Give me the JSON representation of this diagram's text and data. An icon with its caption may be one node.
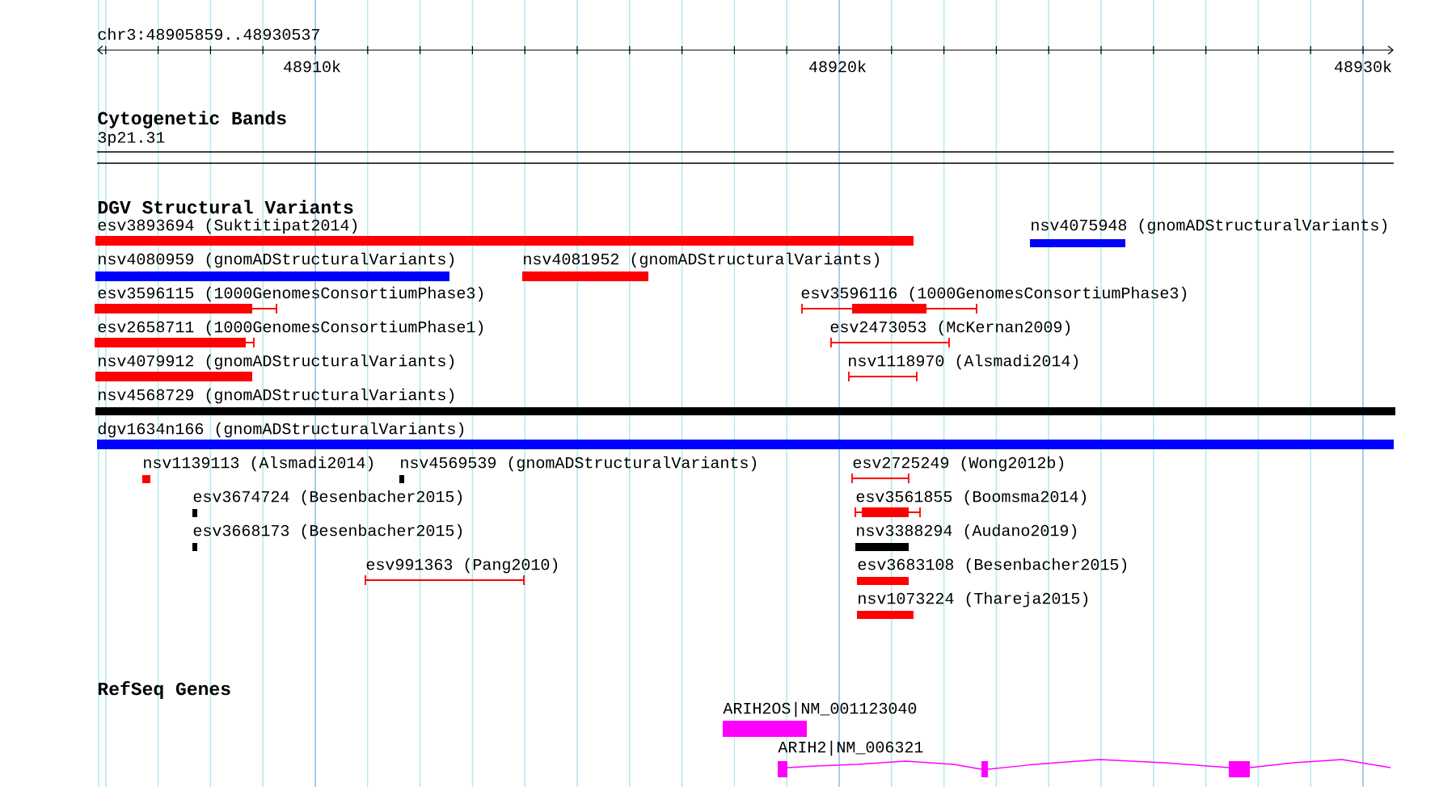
{
  "diagram": {
    "labels": [
      "chr3:48905859..48930537",
      "48910k",
      "48920k",
      "48930k",
      "Cytogenetic Bands",
      "3p21.31",
      "DGV Structural Variants",
      "esv3893694 (Suktitipat2014)",
      "nsv4075948 (gnomADStructuralVariants)",
      "nsv4080959 (gnomADStructuralVariants)",
      "nsv4081952 (gnomADStructuralVariants)",
      "esv3596115 (1000GenomesConsortiumPhase3)",
      "esv3596116 (1000GenomesConsortiumPhase3)",
      "esv2658711 (1000GenomesConsortiumPhase1)",
      "esv2473053 (McKernan2009)",
      "nsv4079912 (gnomADStructuralVariants)",
      "nsv1118970 (Alsmadi2014)",
      "nsv4568729 (gnomADStructuralVariants)",
      "dgv1634n166 (gnomADStructuralVariants)",
      "nsv1139113 (Alsmadi2014)",
      "nsv4569539 (gnomADStructuralVariants)",
      "esv2725249 (Wong2012b)",
      "esv3674724 (Besenbacher2015)",
      "esv3561855 (Boomsma2014)",
      "esv3668173 (Besenbacher2015)",
      "nsv3388294 (Audano2019)",
      "esv991363 (Pang2010)",
      "esv3683108 (Besenbacher2015)",
      "nsv1073224 (Thareja2015)",
      "RefSeq Genes",
      "ARIH2OS|NM_001123040",
      "ARIH2|NM_006321"
    ]
  }
}
